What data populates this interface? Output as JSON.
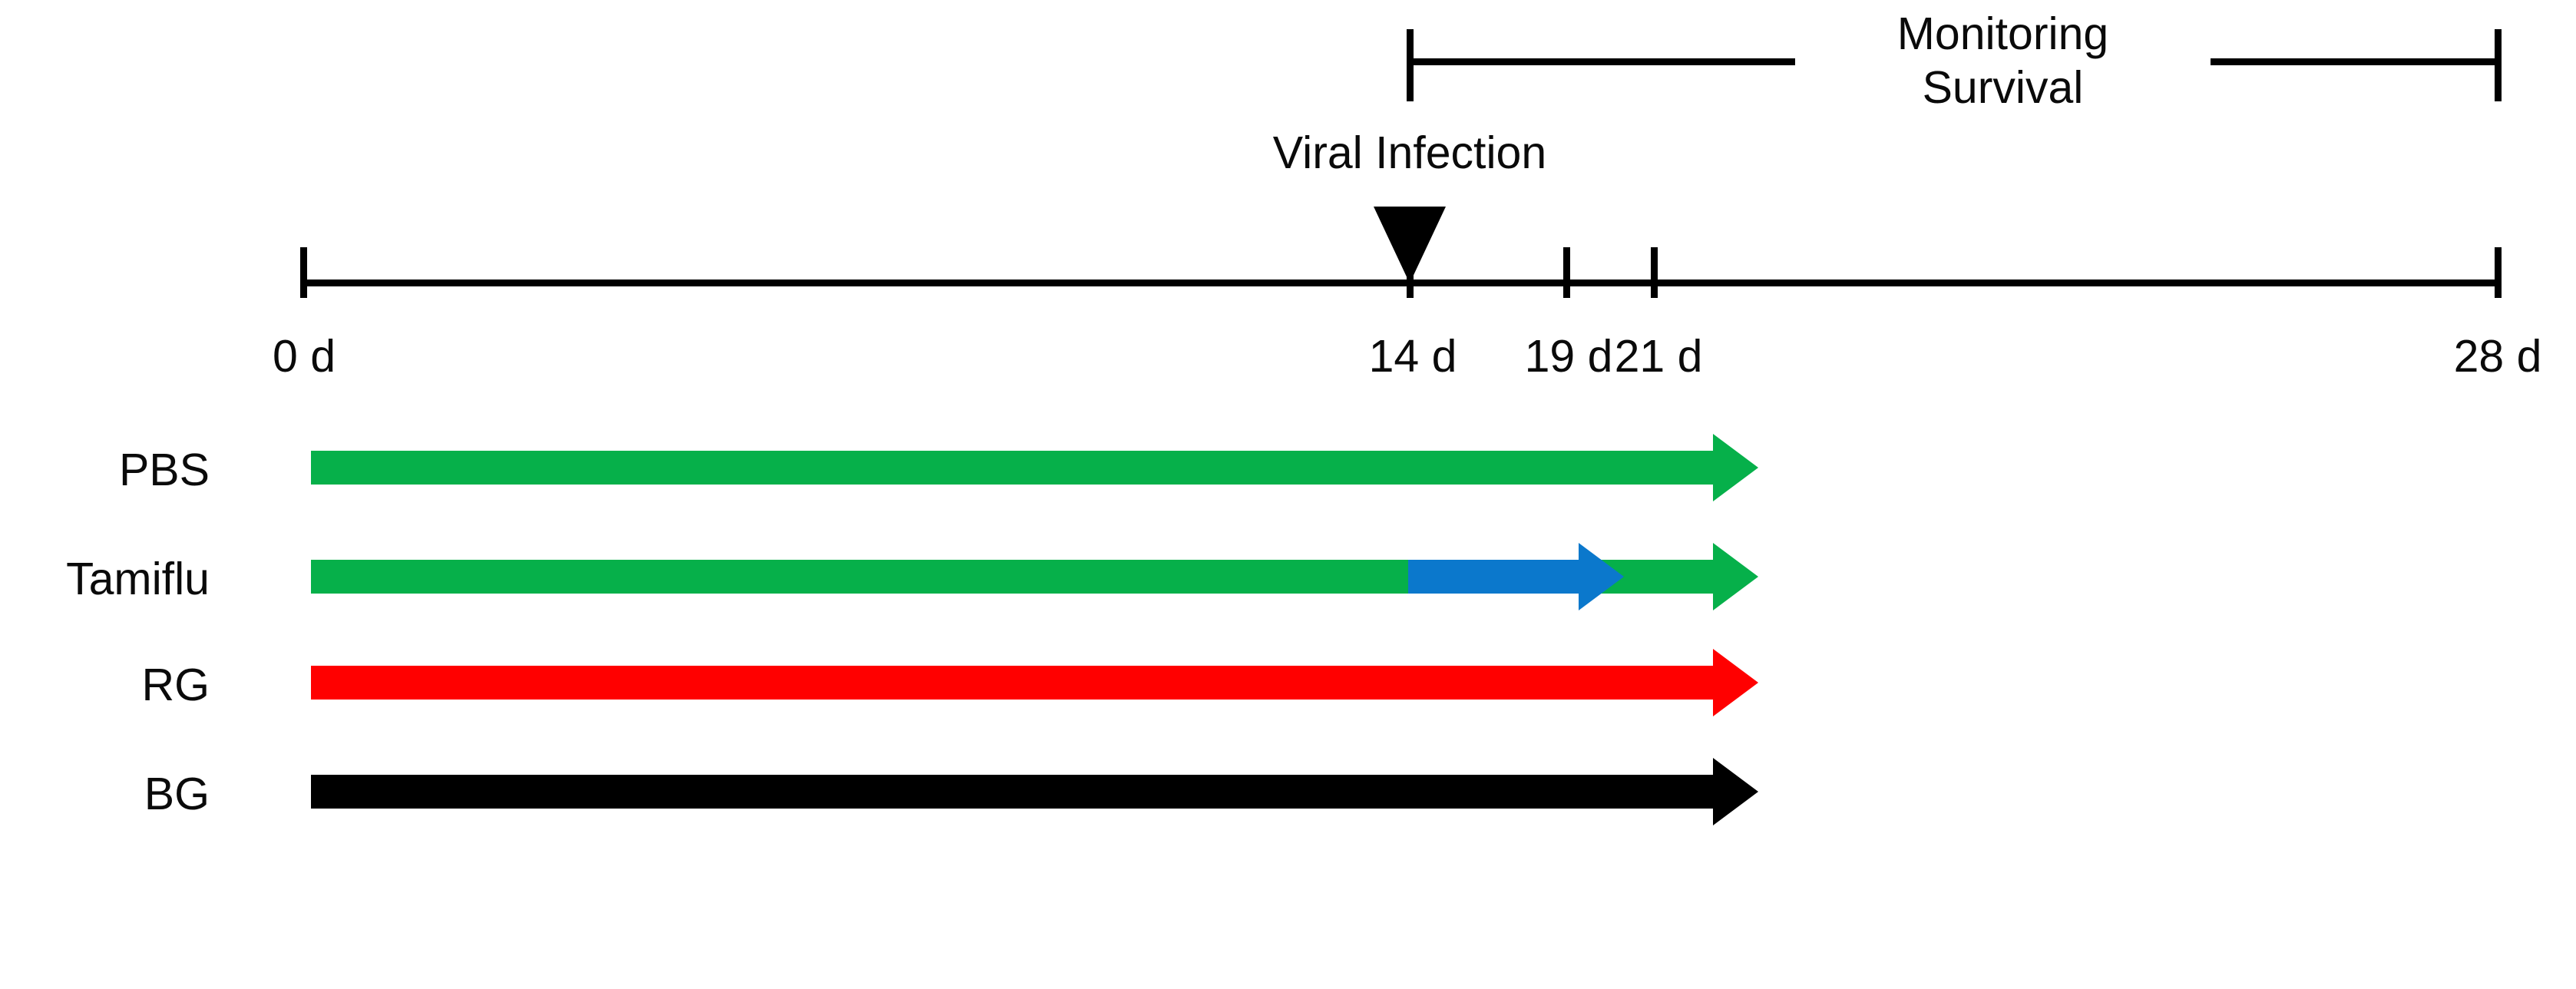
{
  "figure": {
    "type": "experimental-timeline",
    "background": "#ffffff"
  },
  "colors": {
    "green": "#06B04A",
    "blue": "#0B78CC",
    "red": "#FF0000",
    "black": "#000000",
    "text": "#0a0a0a"
  },
  "annotations": {
    "monitoring": {
      "label": "Monitoring\nSurvival",
      "line1": "Monitoring",
      "line2": "Survival",
      "start_day": 14,
      "end_day": 28
    },
    "viral_infection": {
      "label": "Viral Infection",
      "day": 14,
      "marker": "down-triangle"
    }
  },
  "axis": {
    "unit": "d",
    "min_day": 0,
    "max_day": 28,
    "ticks": [
      {
        "day": 0,
        "label": "0 d"
      },
      {
        "day": 14,
        "label": "14 d"
      },
      {
        "day": 19,
        "label": "19 d"
      },
      {
        "day": 21,
        "label": "21 d"
      },
      {
        "day": 28,
        "label": "28 d"
      }
    ]
  },
  "rows": [
    {
      "label": "PBS",
      "segments": [
        {
          "color": "green",
          "start_day": 0,
          "end_day": 21,
          "arrowhead": true
        }
      ]
    },
    {
      "label": "Tamiflu",
      "segments": [
        {
          "color": "green",
          "start_day": 0,
          "end_day": 21,
          "arrowhead": true
        },
        {
          "color": "blue",
          "start_day": 14,
          "end_day": 19,
          "arrowhead": true
        }
      ]
    },
    {
      "label": "RG",
      "segments": [
        {
          "color": "red",
          "start_day": 0,
          "end_day": 21,
          "arrowhead": true
        }
      ]
    },
    {
      "label": "BG",
      "segments": [
        {
          "color": "black",
          "start_day": 0,
          "end_day": 21,
          "arrowhead": true
        }
      ]
    }
  ],
  "chart_data": {
    "type": "timeline",
    "title": "",
    "xlabel": "",
    "xlim": [
      0,
      28
    ],
    "x_unit": "day",
    "x_ticks": [
      0,
      14,
      19,
      21,
      28
    ],
    "x_tick_labels": [
      "0 d",
      "14 d",
      "19 d",
      "21 d",
      "28 d"
    ],
    "grid": false,
    "legend": "none",
    "events": [
      {
        "name": "Viral Infection",
        "day": 14,
        "marker": "down-triangle",
        "color": "#000000"
      },
      {
        "name": "Monitoring Survival",
        "start_day": 14,
        "end_day": 28,
        "marker": "bracket"
      }
    ],
    "series": [
      {
        "name": "PBS",
        "color": "#06B04A",
        "bars": [
          {
            "start": 0,
            "end": 21,
            "color": "#06B04A"
          }
        ]
      },
      {
        "name": "Tamiflu",
        "color": "#06B04A",
        "bars": [
          {
            "start": 0,
            "end": 21,
            "color": "#06B04A"
          },
          {
            "start": 14,
            "end": 19,
            "color": "#0B78CC"
          }
        ]
      },
      {
        "name": "RG",
        "color": "#FF0000",
        "bars": [
          {
            "start": 0,
            "end": 21,
            "color": "#FF0000"
          }
        ]
      },
      {
        "name": "BG",
        "color": "#000000",
        "bars": [
          {
            "start": 0,
            "end": 21,
            "color": "#000000"
          }
        ]
      }
    ]
  }
}
